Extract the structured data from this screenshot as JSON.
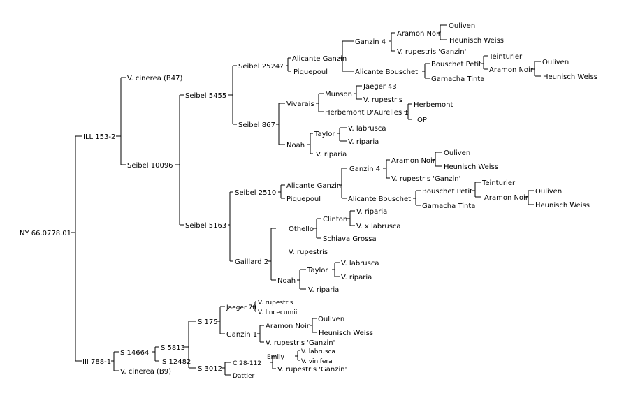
{
  "pedigree": {
    "root": "NY 66.0778.01",
    "ill153_2": "ILL 153-2",
    "v_cinerea_b47": "V. cinerea (B47)",
    "seibel_10096": "Seibel 10096",
    "seibel_5455": "Seibel 5455",
    "seibel_2524": "Seibel 2524?",
    "alicante_ganzin_1": "Alicante Ganzin",
    "piquepoul_1": "Piquepoul",
    "ganzin4_1": "Ganzin 4",
    "aramon_noir_1": "Aramon Noir",
    "ouliven_1": "Ouliven",
    "heunisch_1": "Heunisch Weiss",
    "vrup_ganzin_1": "V. rupestris 'Ganzin'",
    "alicante_bouschet_1": "Alicante Bouschet",
    "bouschet_petit_1": "Bouschet Petit",
    "teinturier_1": "Teinturier",
    "aramon_noir_2": "Aramon Noir",
    "ouliven_2": "Ouliven",
    "heunisch_2": "Heunisch Weiss",
    "garnacha_1": "Garnacha Tinta",
    "seibel_867": "Seibel 867",
    "vivarais": "Vivarais",
    "munson": "Munson",
    "jaeger43": "Jaeger 43",
    "vrupestris_1": "V. rupestris",
    "herbemont_daurelles": "Herbemont D'Aurelles 1",
    "herbemont": "Herbemont",
    "op": "OP",
    "noah_1": "Noah",
    "taylor_1": "Taylor",
    "vlabrusca_1": "V. labrusca",
    "vriparia_1": "V. riparia",
    "vriparia_2": "V. riparia",
    "seibel_5163": "Seibel 5163",
    "seibel_2510": "Seibel 2510",
    "alicante_ganzin_2": "Alicante Ganzin",
    "piquepoul_2": "Piquepoul",
    "ganzin4_2": "Ganzin 4",
    "aramon_noir_3": "Aramon Noir",
    "ouliven_3": "Ouliven",
    "heunisch_3": "Heunisch Weiss",
    "vrup_ganzin_2": "V. rupestris 'Ganzin'",
    "alicante_bouschet_2": "Alicante Bouschet",
    "bouschet_petit_2": "Bouschet Petit",
    "teinturier_2": "Teinturier",
    "aramon_noir_4": "Aramon Noir",
    "ouliven_4": "Ouliven",
    "heunisch_4": "Heunisch Weiss",
    "garnacha_2": "Garnacha Tinta",
    "gaillard2": "Gaillard 2",
    "othello": "Othello",
    "clinton": "Clinton",
    "vriparia_3": "V. riparia",
    "vx_labrusca": "V. x labrusca",
    "schiava": "Schiava Grossa",
    "vrupestris_2": "V. rupestris",
    "noah_2": "Noah",
    "taylor_2": "Taylor",
    "vlabrusca_2": "V. labrusca",
    "vriparia_4": "V. riparia",
    "vriparia_5": "V. riparia",
    "iii788_1": "III 788-1",
    "s14664": "S 14664",
    "s5813": "S 5813",
    "s175": "S 175",
    "jaeger70": "Jaeger 70",
    "vrupestris_3": "V. rupestris",
    "vlincecumii": "V. lincecumii",
    "ganzin1": "Ganzin 1",
    "aramon_noir_5": "Aramon Noir",
    "ouliven_5": "Ouliven",
    "heunisch_5": "Heunisch Weiss",
    "vrup_ganzin_3": "V. rupestris 'Ganzin'",
    "s12482": "S 12482",
    "s3012": "S 3012",
    "c28_112": "C 28-112",
    "emily": "Emily",
    "vlabrusca_3": "V. labrusca",
    "vvinifera": "V. vinifera",
    "vrup_ganzin_4": "V. rupestris 'Ganzin'",
    "dattier": "Dattier",
    "v_cinerea_b9": "V. cinerea (B9)"
  }
}
